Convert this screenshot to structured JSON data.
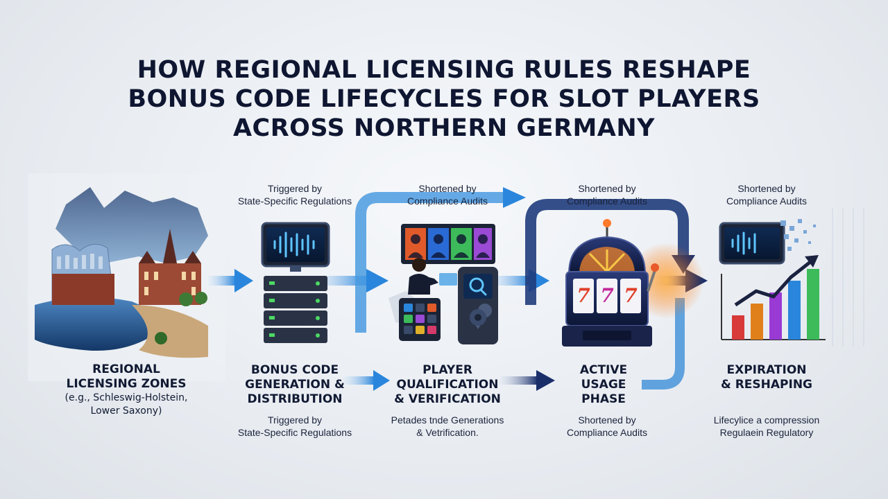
{
  "title": {
    "line1": "HOW REGIONAL LICENSING RULES RESHAPE",
    "line2": "BONUS CODE LIFECYCLES FOR SLOT PLAYERS",
    "line3": "ACROSS NORTHERN GERMANY"
  },
  "stages": [
    {
      "label_1": "REGIONAL",
      "label_2": "LICENSING ZONES",
      "sub_1": "(e.g., Schleswig-Holstein,",
      "sub_2": "Lower Saxony)"
    },
    {
      "label_1": "BONUS CODE",
      "label_2": "GENERATION &",
      "label_3": "DISTRIBUTION",
      "top_note_1": "Triggered by",
      "top_note_2": "State-Specific Regulations",
      "bottom_note_1": "Triggered by",
      "bottom_note_2": "State-Specific Regulations"
    },
    {
      "label_1": "PLAYER",
      "label_2": "QUALIFICATION",
      "label_3": "& VERIFICATION",
      "top_note_1": "Shortened by",
      "top_note_2": "Compliance Audits",
      "bottom_note_1": "Petades tnde Generations",
      "bottom_note_2": "& Vetrification."
    },
    {
      "label_1": "ACTIVE",
      "label_2": "USAGE",
      "label_3": "PHASE",
      "top_note_1": "Shortened by",
      "top_note_2": "Compliance Audits",
      "bottom_note_1": "Shortened by",
      "bottom_note_2": "Compliance Audits"
    },
    {
      "label_1": "EXPIRATION",
      "label_2": "& RESHAPING",
      "top_note_1": "Shortened by",
      "top_note_2": "Compliance Audits",
      "bottom_note_1": "Lifecylice a compression",
      "bottom_note_2": "Regulaein Regulatory"
    }
  ],
  "slot_symbols": [
    "7",
    "7",
    "7"
  ],
  "colors": {
    "navy": "#0e1631",
    "arrow": "#2a7fd4",
    "arrow_dark": "#1c3a78"
  }
}
